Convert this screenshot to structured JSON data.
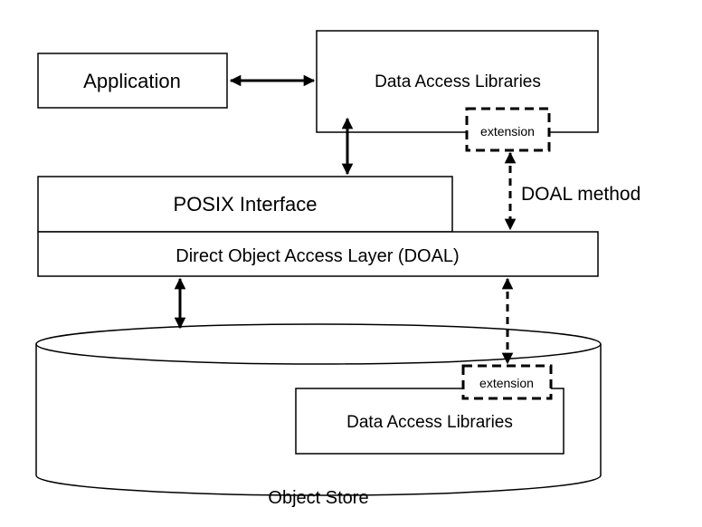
{
  "diagram": {
    "application": {
      "label": "Application"
    },
    "data_access_libraries_top": {
      "label": "Data Access Libraries",
      "extension_label": "extension"
    },
    "doal_method_label": "DOAL method",
    "posix_interface": {
      "label": "POSIX Interface"
    },
    "doal_layer": {
      "label": "Direct Object Access Layer (DOAL)"
    },
    "object_store": {
      "label": "Object Store",
      "data_access_libraries": {
        "label": "Data Access Libraries",
        "extension_label": "extension"
      }
    },
    "colors": {
      "stroke": "#000000",
      "fill": "#ffffff"
    }
  }
}
